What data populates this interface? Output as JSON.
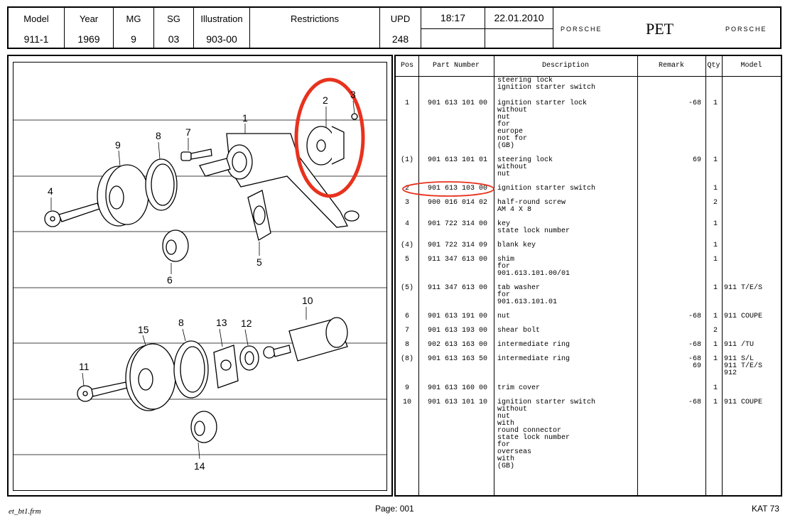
{
  "header": {
    "model_label": "Model",
    "model_value": "911-1",
    "year_label": "Year",
    "year_value": "1969",
    "mg_label": "MG",
    "mg_value": "9",
    "sg_label": "SG",
    "sg_value": "03",
    "illustration_label": "Illustration",
    "illustration_value": "903-00",
    "restrictions_label": "Restrictions",
    "upd_label": "UPD",
    "upd_value": "248",
    "time": "18:17",
    "date": "22.01.2010",
    "brand_left": "PORSCHE",
    "title": "PET",
    "brand_right": "PORSCHE"
  },
  "diagram": {
    "callouts": [
      "1",
      "2",
      "3",
      "4",
      "5",
      "6",
      "7",
      "8",
      "9",
      "10",
      "11",
      "12",
      "13",
      "14",
      "15",
      "8"
    ],
    "highlight_color": "#e8321e"
  },
  "table": {
    "headers": {
      "pos": "Pos",
      "part_number": "Part Number",
      "description": "Description",
      "remark": "Remark",
      "qty": "Qty",
      "model": "Model"
    },
    "rows": [
      {
        "pos": "",
        "part_number": "",
        "description": "steering lock\nignition starter switch",
        "remark": "",
        "qty": "",
        "model": ""
      },
      {
        "pos": "1",
        "part_number": "901 613 101 00",
        "description": "ignition starter lock\nwithout\nnut\nfor\neurope\nnot for\n(GB)",
        "remark": "-68",
        "qty": "1",
        "model": ""
      },
      {
        "pos": "(1)",
        "part_number": "901 613 101 01",
        "description": "steering lock\nwithout\nnut",
        "remark": "69",
        "qty": "1",
        "model": ""
      },
      {
        "pos": "2",
        "part_number": "901 613 103 00",
        "description": "ignition starter switch",
        "remark": "",
        "qty": "1",
        "model": "",
        "highlighted": true
      },
      {
        "pos": "3",
        "part_number": "900 016 014 02",
        "description": "half-round screw\nAM 4 X 8",
        "remark": "",
        "qty": "2",
        "model": ""
      },
      {
        "pos": "4",
        "part_number": "901 722 314 00",
        "description": "key\nstate lock number",
        "remark": "",
        "qty": "1",
        "model": ""
      },
      {
        "pos": "(4)",
        "part_number": "901 722 314 09",
        "description": "blank key",
        "remark": "",
        "qty": "1",
        "model": ""
      },
      {
        "pos": "5",
        "part_number": "911 347 613 00",
        "description": "shim\nfor\n901.613.101.00/01",
        "remark": "",
        "qty": "1",
        "model": ""
      },
      {
        "pos": "(5)",
        "part_number": "911 347 613 00",
        "description": "tab washer\nfor\n901.613.101.01",
        "remark": "",
        "qty": "1",
        "model": "911 T/E/S"
      },
      {
        "pos": "6",
        "part_number": "901 613 191 00",
        "description": "nut",
        "remark": "-68",
        "qty": "1",
        "model": "911 COUPE"
      },
      {
        "pos": "7",
        "part_number": "901 613 193 00",
        "description": "shear bolt",
        "remark": "",
        "qty": "2",
        "model": ""
      },
      {
        "pos": "8",
        "part_number": "902 613 163 00",
        "description": "intermediate ring",
        "remark": "-68",
        "qty": "1",
        "model": "911 /TU"
      },
      {
        "pos": "(8)",
        "part_number": "901 613 163 50",
        "description": "intermediate ring",
        "remark": "-68\n69",
        "qty": "1",
        "model": "911 S/L\n911 T/E/S\n912"
      },
      {
        "pos": "9",
        "part_number": "901 613 160 00",
        "description": "trim cover",
        "remark": "",
        "qty": "1",
        "model": ""
      },
      {
        "pos": "10",
        "part_number": "901 613 101 10",
        "description": "ignition starter switch\nwithout\nnut\nwith\nround connector\nstate lock number\nfor\noverseas\nwith\n(GB)",
        "remark": "-68",
        "qty": "1",
        "model": "911 COUPE"
      }
    ]
  },
  "footer": {
    "form": "et_bt1.frm",
    "page": "Page: 001",
    "kat": "KAT 73"
  }
}
